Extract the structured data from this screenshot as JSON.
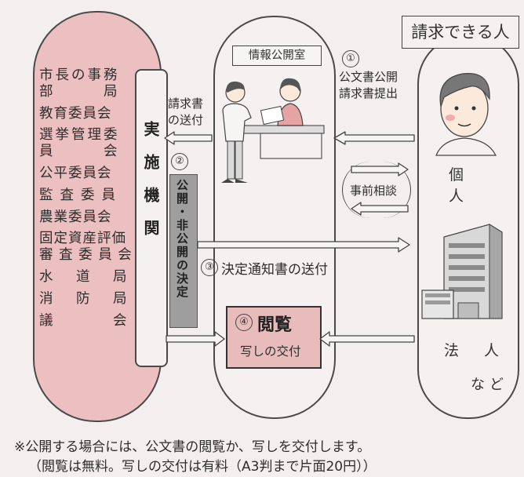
{
  "agencies": [
    "市長の事務部局",
    "教育委員会",
    "選挙管理委員会",
    "公平委員会",
    "監査委員",
    "農業委員会",
    "固定資産評価審査委員会",
    "水道局",
    "消防局",
    "議会"
  ],
  "implementing_agency": "実施機関",
  "decision_label": "公開・非公開の決定",
  "office_sign": "情報公開室",
  "requester_title": "請求できる人",
  "individual_label": "個人",
  "corporation_label": "法人",
  "etc_label": "など",
  "step1": {
    "num": "①",
    "line1": "公文書公開",
    "line2": "請求書提出"
  },
  "forward_label": {
    "line1": "請求書",
    "line2": "の送付"
  },
  "step2_num": "②",
  "prior_consult": "事前相談",
  "step3": {
    "num": "③",
    "text": "決定通知書の送付"
  },
  "step4": {
    "num": "④",
    "title": "閲覧",
    "subtitle": "写しの交付"
  },
  "footer": {
    "line1": "※公開する場合には、公文書の閲覧か、写しを交付します。",
    "line2": "（閲覧は無料。写しの交付は有料（A3判まで片面20円））"
  },
  "colors": {
    "agency_fill": "#ecc0c0",
    "background": "#f2efee",
    "decision_fill": "#9e9e9e",
    "outline": "#4a4a4a"
  }
}
